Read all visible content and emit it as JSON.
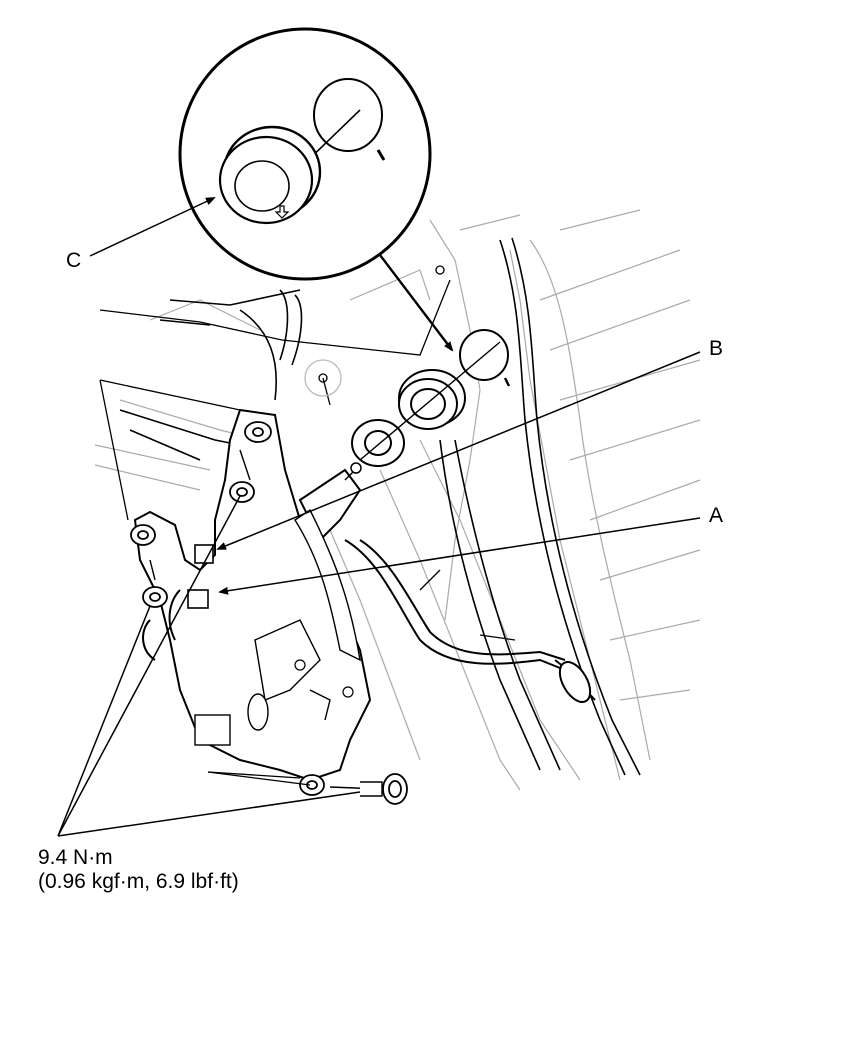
{
  "callouts": {
    "a": "A",
    "b": "B",
    "c": "C"
  },
  "torque_spec": {
    "metric": "9.4 N·m",
    "conversions": "(0.96 kgf·m, 6.9 lbf·ft)"
  }
}
